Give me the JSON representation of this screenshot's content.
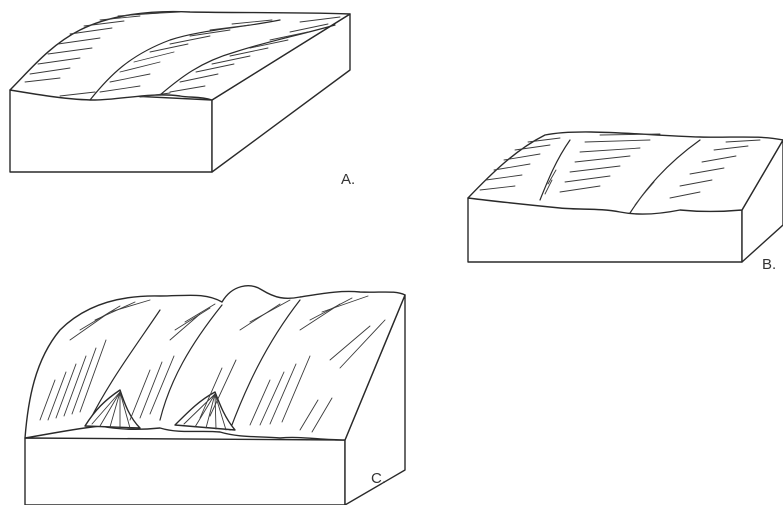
{
  "figure": {
    "blocks": [
      {
        "id": "A",
        "label": "A."
      },
      {
        "id": "B",
        "label": "B."
      },
      {
        "id": "C",
        "label": "C."
      }
    ]
  },
  "colors": {
    "line": "#2a2a2a",
    "label": "#333333",
    "background": "#ffffff"
  }
}
